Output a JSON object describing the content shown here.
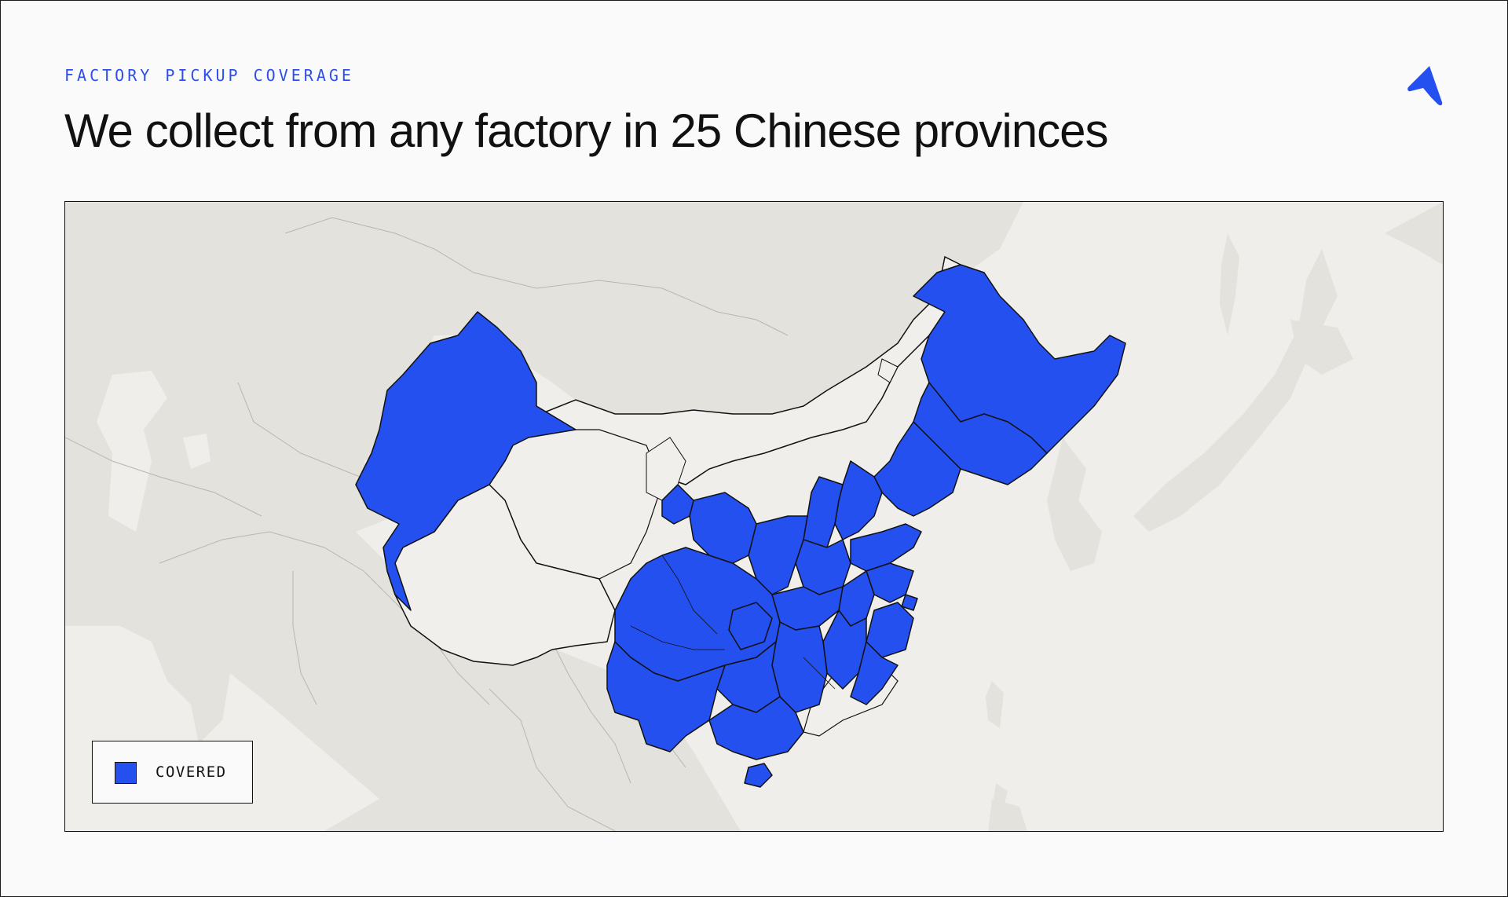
{
  "header": {
    "eyebrow": "FACTORY PICKUP COVERAGE",
    "title": "We collect from any factory in 25 Chinese provinces"
  },
  "brand": {
    "logo_icon": "arrow-a-logo-icon",
    "accent_color": "#2450f0"
  },
  "map": {
    "colors": {
      "covered": "#2450f0",
      "not_covered": "#f0efeb",
      "neighbor_land": "#e4e2dc",
      "sea": "#efeeea",
      "border": "#111111",
      "neighbor_border": "#b9b6ae"
    },
    "legend": {
      "label": "COVERED"
    }
  }
}
